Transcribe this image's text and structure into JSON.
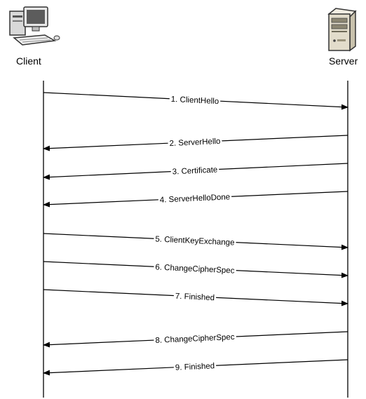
{
  "actors": {
    "client": {
      "label": "Client",
      "icon": "desktop-computer-icon"
    },
    "server": {
      "label": "Server",
      "icon": "server-tower-icon"
    }
  },
  "messages": [
    {
      "text": "1. ClientHello",
      "from": "client",
      "to": "server"
    },
    {
      "text": "2. ServerHello",
      "from": "server",
      "to": "client"
    },
    {
      "text": "3. Certificate",
      "from": "server",
      "to": "client"
    },
    {
      "text": "4. ServerHelloDone",
      "from": "server",
      "to": "client"
    },
    {
      "text": "5. ClientKeyExchange",
      "from": "client",
      "to": "server"
    },
    {
      "text": "6. ChangeCipherSpec",
      "from": "client",
      "to": "server"
    },
    {
      "text": "7. Finished",
      "from": "client",
      "to": "server"
    },
    {
      "text": "8. ChangeCipherSpec",
      "from": "server",
      "to": "client"
    },
    {
      "text": "9. Finished",
      "from": "server",
      "to": "client"
    }
  ],
  "colors": {
    "line": "#000000",
    "server_body": "#e2dccb",
    "monitor_screen": "#6b6b6b"
  }
}
